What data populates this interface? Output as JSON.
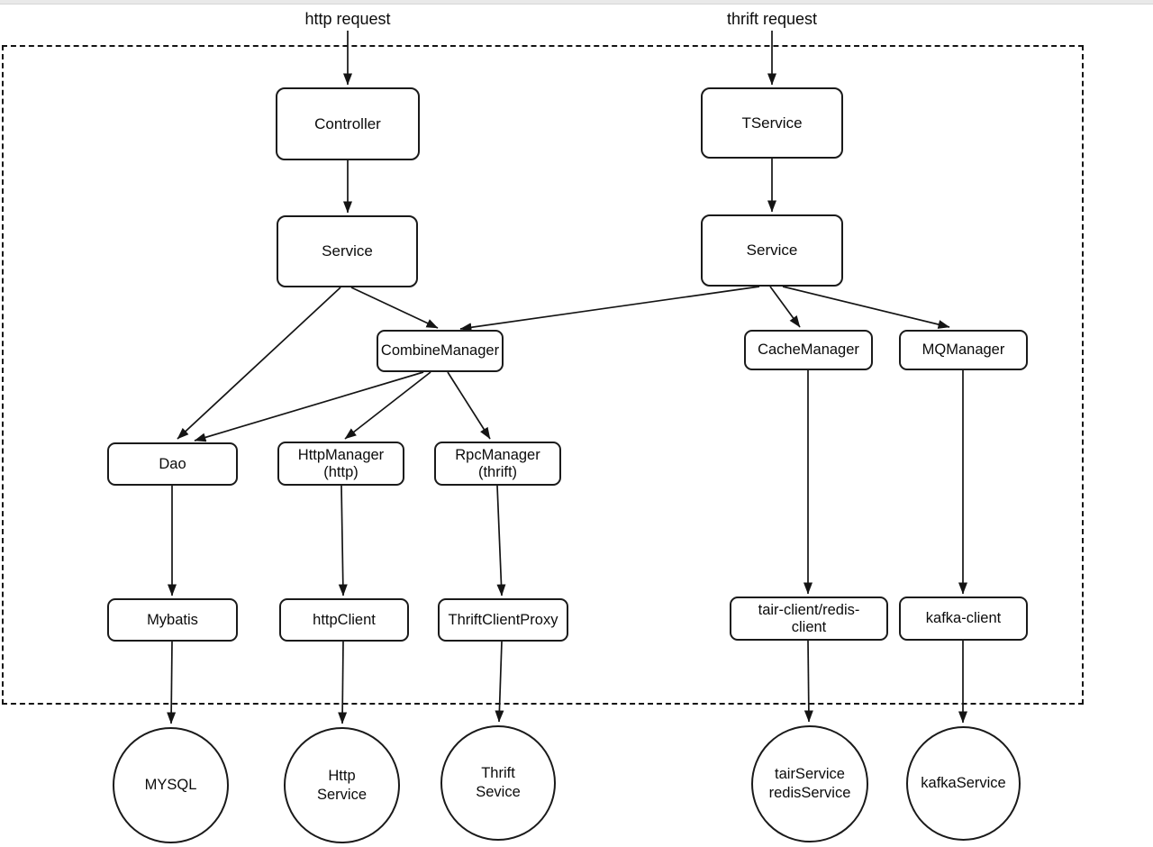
{
  "top_labels": {
    "http": "http request",
    "thrift": "thrift request"
  },
  "nodes": {
    "controller": {
      "label": "Controller"
    },
    "tservice": {
      "label": "TService"
    },
    "service_http": {
      "label": "Service"
    },
    "service_thrift": {
      "label": "Service"
    },
    "combine_manager": {
      "label": "CombineManager"
    },
    "cache_manager": {
      "label": "CacheManager"
    },
    "mq_manager": {
      "label": "MQManager"
    },
    "dao": {
      "label": "Dao"
    },
    "http_manager": {
      "line1": "HttpManager",
      "line2": "(http)"
    },
    "rpc_manager": {
      "line1": "RpcManager",
      "line2": "(thrift)"
    },
    "mybatis": {
      "label": "Mybatis"
    },
    "http_client": {
      "label": "httpClient"
    },
    "thrift_client_proxy": {
      "label": "ThriftClientProxy"
    },
    "tair_redis_client": {
      "line1": "tair-client/redis-",
      "line2": "client"
    },
    "kafka_client": {
      "label": "kafka-client"
    },
    "mysql": {
      "label": "MYSQL"
    },
    "http_service": {
      "line1": "Http",
      "line2": "Service"
    },
    "thrift_sevice": {
      "line1": "Thrift",
      "line2": "Sevice"
    },
    "tair_redis_service": {
      "line1": "tairService",
      "line2": "redisService"
    },
    "kafka_service": {
      "label": "kafkaService"
    }
  },
  "edges": [
    {
      "from": "http request",
      "to": "Controller"
    },
    {
      "from": "thrift request",
      "to": "TService"
    },
    {
      "from": "Controller",
      "to": "Service (http)"
    },
    {
      "from": "TService",
      "to": "Service (thrift)"
    },
    {
      "from": "Service (http)",
      "to": "CombineManager"
    },
    {
      "from": "Service (http)",
      "to": "Dao"
    },
    {
      "from": "Service (thrift)",
      "to": "CombineManager"
    },
    {
      "from": "Service (thrift)",
      "to": "CacheManager"
    },
    {
      "from": "Service (thrift)",
      "to": "MQManager"
    },
    {
      "from": "CombineManager",
      "to": "Dao"
    },
    {
      "from": "CombineManager",
      "to": "HttpManager (http)"
    },
    {
      "from": "CombineManager",
      "to": "RpcManager (thrift)"
    },
    {
      "from": "Dao",
      "to": "Mybatis"
    },
    {
      "from": "HttpManager (http)",
      "to": "httpClient"
    },
    {
      "from": "RpcManager (thrift)",
      "to": "ThriftClientProxy"
    },
    {
      "from": "CacheManager",
      "to": "tair-client/redis-client"
    },
    {
      "from": "MQManager",
      "to": "kafka-client"
    },
    {
      "from": "Mybatis",
      "to": "MYSQL"
    },
    {
      "from": "httpClient",
      "to": "Http Service"
    },
    {
      "from": "ThriftClientProxy",
      "to": "Thrift Sevice"
    },
    {
      "from": "tair-client/redis-client",
      "to": "tairService redisService"
    },
    {
      "from": "kafka-client",
      "to": "kafkaService"
    }
  ],
  "colors": {
    "stroke": "#141414",
    "background": "#ffffff",
    "boundary_style": "dashed"
  }
}
